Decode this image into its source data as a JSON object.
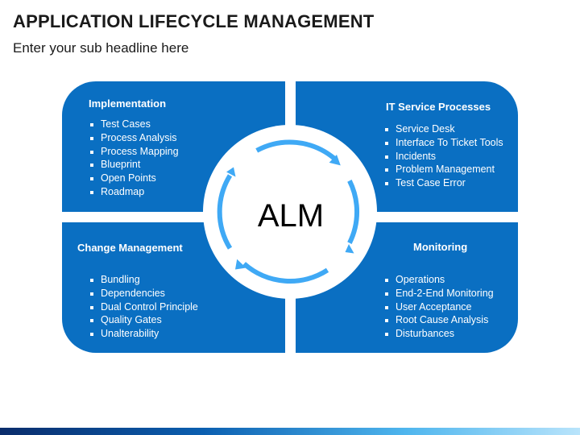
{
  "header": {
    "title": "APPLICATION LIFECYCLE MANAGEMENT",
    "subtitle": "Enter your sub headline here"
  },
  "center": {
    "label": "ALM"
  },
  "quadrants": {
    "top_left": {
      "title": "Implementation",
      "items": [
        "Test Cases",
        "Process Analysis",
        "Process Mapping",
        "Blueprint",
        "Open Points",
        "Roadmap"
      ]
    },
    "top_right": {
      "title": "IT Service Processes",
      "items": [
        "Service Desk",
        "Interface To Ticket Tools",
        "Incidents",
        "Problem Management",
        "Test Case Error"
      ]
    },
    "bottom_left": {
      "title": "Change Management",
      "items": [
        "Bundling",
        "Dependencies",
        "Dual Control Principle",
        "Quality Gates",
        "Unalterability"
      ]
    },
    "bottom_right": {
      "title": "Monitoring",
      "items": [
        "Operations",
        "End-2-End Monitoring",
        "User Acceptance",
        "Root Cause Analysis",
        "Disturbances"
      ]
    }
  },
  "colors": {
    "quadrant": "#0a6fc2",
    "ring_outer": "#ffffff",
    "ring_arrows": "#3fa9f5"
  }
}
